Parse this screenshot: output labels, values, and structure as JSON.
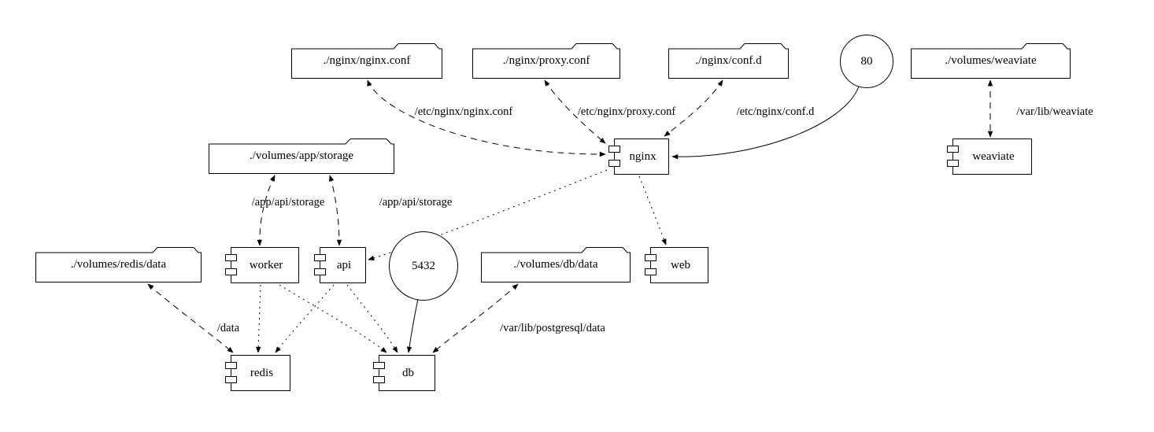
{
  "volumes": {
    "nginx_conf": "./nginx/nginx.conf",
    "proxy_conf": "./nginx/proxy.conf",
    "conf_d": "./nginx/conf.d",
    "weaviate": "./volumes/weaviate",
    "app_storage": "./volumes/app/storage",
    "redis_data": "./volumes/redis/data",
    "db_data": "./volumes/db/data"
  },
  "services": {
    "nginx": "nginx",
    "weaviate": "weaviate",
    "worker": "worker",
    "api": "api",
    "web": "web",
    "redis": "redis",
    "db": "db"
  },
  "ports": {
    "http": "80",
    "postgres": "5432"
  },
  "edge_labels": {
    "nginx_conf_mount": "/etc/nginx/nginx.conf",
    "proxy_conf_mount": "/etc/nginx/proxy.conf",
    "conf_d_mount": "/etc/nginx/conf.d",
    "weaviate_mount": "/var/lib/weaviate",
    "worker_storage_mount": "/app/api/storage",
    "api_storage_mount": "/app/api/storage",
    "redis_mount": "/data",
    "db_mount": "/var/lib/postgresql/data"
  },
  "connections": [
    {
      "from": "nginx",
      "to": "./nginx/nginx.conf",
      "label": "/etc/nginx/nginx.conf",
      "style": "dashed",
      "direction": "both"
    },
    {
      "from": "nginx",
      "to": "./nginx/proxy.conf",
      "label": "/etc/nginx/proxy.conf",
      "style": "dashed",
      "direction": "both"
    },
    {
      "from": "nginx",
      "to": "./nginx/conf.d",
      "label": "/etc/nginx/conf.d",
      "style": "dashed",
      "direction": "both"
    },
    {
      "from": "weaviate",
      "to": "./volumes/weaviate",
      "label": "/var/lib/weaviate",
      "style": "dashed",
      "direction": "both"
    },
    {
      "from": "worker",
      "to": "./volumes/app/storage",
      "label": "/app/api/storage",
      "style": "dashed",
      "direction": "both"
    },
    {
      "from": "api",
      "to": "./volumes/app/storage",
      "label": "/app/api/storage",
      "style": "dashed",
      "direction": "both"
    },
    {
      "from": "redis",
      "to": "./volumes/redis/data",
      "label": "/data",
      "style": "dashed",
      "direction": "both"
    },
    {
      "from": "db",
      "to": "./volumes/db/data",
      "label": "/var/lib/postgresql/data",
      "style": "dashed",
      "direction": "both"
    },
    {
      "from": "80",
      "to": "nginx",
      "style": "solid",
      "direction": "forward"
    },
    {
      "from": "5432",
      "to": "db",
      "style": "solid",
      "direction": "forward"
    },
    {
      "from": "nginx",
      "to": "api",
      "style": "dotted",
      "direction": "forward"
    },
    {
      "from": "nginx",
      "to": "web",
      "style": "dotted",
      "direction": "forward"
    },
    {
      "from": "worker",
      "to": "redis",
      "style": "dotted",
      "direction": "forward"
    },
    {
      "from": "worker",
      "to": "db",
      "style": "dotted",
      "direction": "forward"
    },
    {
      "from": "api",
      "to": "redis",
      "style": "dotted",
      "direction": "forward"
    },
    {
      "from": "api",
      "to": "db",
      "style": "dotted",
      "direction": "forward"
    }
  ]
}
